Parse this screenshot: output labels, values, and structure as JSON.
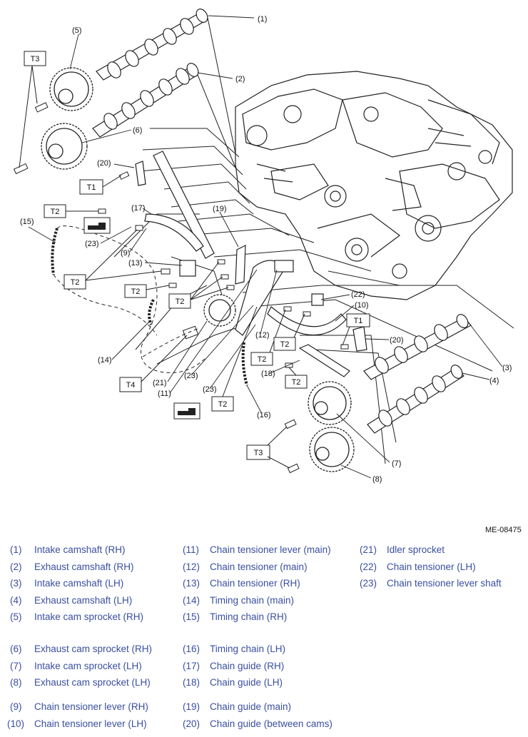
{
  "reference_code": "ME-08475",
  "callouts": {
    "c1": "(1)",
    "c2": "(2)",
    "c3": "(3)",
    "c4": "(4)",
    "c5": "(5)",
    "c6": "(6)",
    "c7": "(7)",
    "c8": "(8)",
    "c9": "(9)",
    "c10": "(10)",
    "c11": "(11)",
    "c12": "(12)",
    "c13": "(13)",
    "c14": "(14)",
    "c15": "(15)",
    "c16": "(16)",
    "c17": "(17)",
    "c18": "(18)",
    "c19": "(19)",
    "c20": "(20)",
    "c21": "(21)",
    "c22": "(22)",
    "c23": "(23)"
  },
  "torque_labels": {
    "t1": "T1",
    "t2": "T2",
    "t3": "T3",
    "t4": "T4"
  },
  "legend": [
    {
      "num": "(1)",
      "label": "Intake camshaft (RH)"
    },
    {
      "num": "(2)",
      "label": "Exhaust camshaft (RH)"
    },
    {
      "num": "(3)",
      "label": "Intake camshaft (LH)"
    },
    {
      "num": "(4)",
      "label": "Exhaust camshaft (LH)"
    },
    {
      "num": "(5)",
      "label": "Intake cam sprocket (RH)"
    },
    {
      "num": "(6)",
      "label": "Exhaust cam sprocket (RH)"
    },
    {
      "num": "(7)",
      "label": "Intake cam sprocket (LH)"
    },
    {
      "num": "(8)",
      "label": "Exhaust cam sprocket (LH)"
    },
    {
      "num": "(9)",
      "label": "Chain tensioner lever (RH)"
    },
    {
      "num": "(10)",
      "label": "Chain tensioner lever (LH)"
    },
    {
      "num": "(11)",
      "label": "Chain tensioner lever (main)"
    },
    {
      "num": "(12)",
      "label": "Chain tensioner (main)"
    },
    {
      "num": "(13)",
      "label": "Chain tensioner (RH)"
    },
    {
      "num": "(14)",
      "label": "Timing chain (main)"
    },
    {
      "num": "(15)",
      "label": "Timing chain (RH)"
    },
    {
      "num": "(16)",
      "label": "Timing chain (LH)"
    },
    {
      "num": "(17)",
      "label": "Chain guide (RH)"
    },
    {
      "num": "(18)",
      "label": "Chain guide (LH)"
    },
    {
      "num": "(19)",
      "label": "Chain guide (main)"
    },
    {
      "num": "(20)",
      "label": "Chain guide (between cams)"
    },
    {
      "num": "(21)",
      "label": "Idler sprocket"
    },
    {
      "num": "(22)",
      "label": "Chain tensioner (LH)"
    },
    {
      "num": "(23)",
      "label": "Chain tensioner lever shaft"
    }
  ]
}
